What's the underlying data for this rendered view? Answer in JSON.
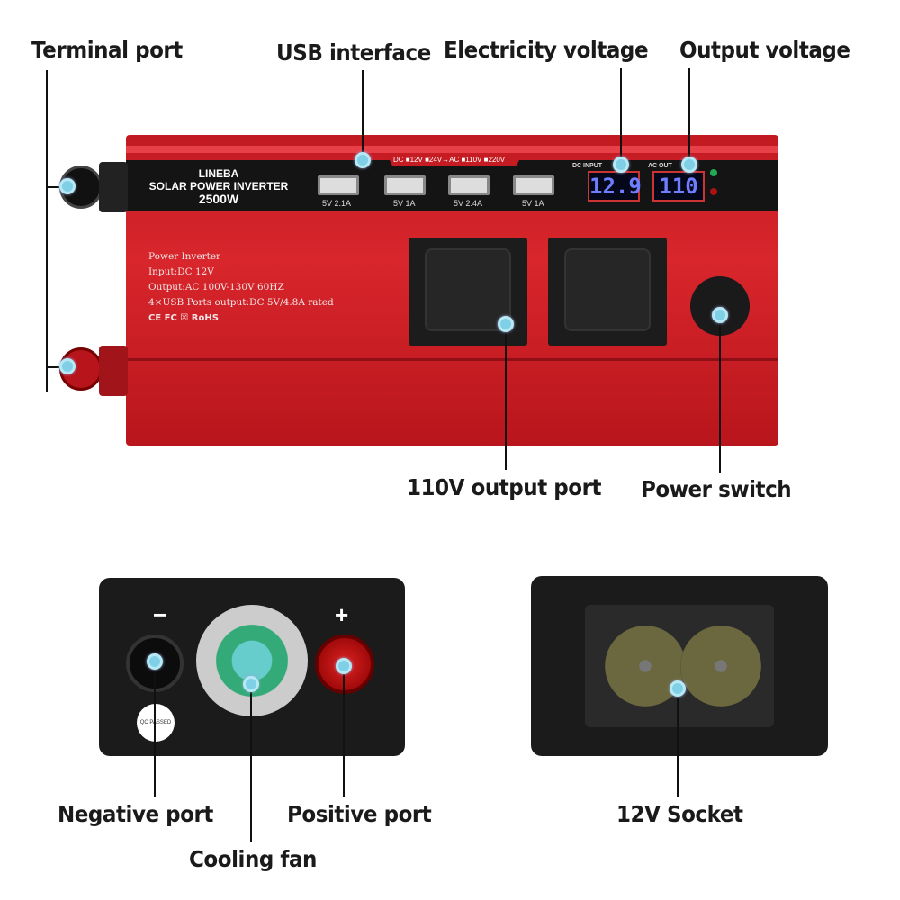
{
  "labels": {
    "terminal_port": "Terminal port",
    "usb_interface": "USB interface",
    "electricity_voltage": "Electricity voltage",
    "output_voltage": "Output voltage",
    "output_port": "110V output port",
    "power_switch": "Power switch",
    "negative_port": "Negative port",
    "positive_port": "Positive port",
    "cooling_fan": "Cooling fan",
    "socket_12v": "12V Socket"
  },
  "device": {
    "brand": "LINEBA",
    "title": "SOLAR POWER INVERTER",
    "wattage": "2500W",
    "mode_strip": "DC ■12V ■24V→AC ■110V ■220V",
    "usb_ports": [
      "5V 2.1A",
      "5V 1A",
      "5V 2.4A",
      "5V 1A"
    ],
    "dc_input_label": "DC INPUT",
    "dc_input_value": "12.9",
    "ac_out_label": "AC OUT",
    "ac_out_value": "110",
    "info_lines": [
      "Power Inverter",
      "Input:DC 12V",
      "Output:AC 100V-130V 60HZ",
      "4×USB Ports output:DC 5V/4.8A rated"
    ],
    "certs": "CE FC ☒ RoHS",
    "minus": "−",
    "plus": "+",
    "qc": "QC PASSED"
  },
  "colors": {
    "body": "#d0222a",
    "accent_dot": "#7fd0e6"
  }
}
